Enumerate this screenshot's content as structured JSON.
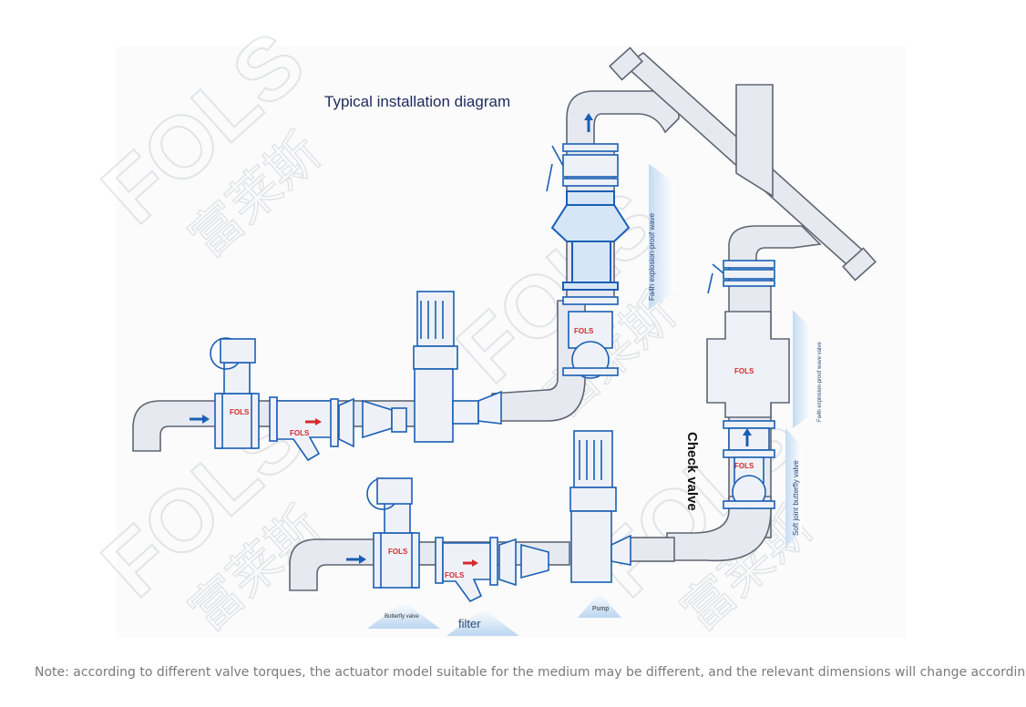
{
  "title": "Typical installation diagram",
  "labels": {
    "check_valve": "Check valve",
    "explosion_proof_valve_top": "Fa4h explosion-proof wave",
    "explosion_proof_valve_mid": "Fa4h explosion-proof wave valve",
    "soft_joint_butterfly": "Soft joint butterfly valve",
    "butterfly_valve": "Butterfly valve",
    "filter": "filter",
    "pump": "Pump"
  },
  "brand": {
    "logo": "FOLS",
    "cn": "富莱斯",
    "accent": "#1a5fb4",
    "pipe_fill": "#e6e9ef",
    "pipe_stroke": "#5f6672"
  },
  "note": "Note: according to different valve torques, the actuator model suitable for the medium may be different, and the relevant dimensions will change accordingly."
}
